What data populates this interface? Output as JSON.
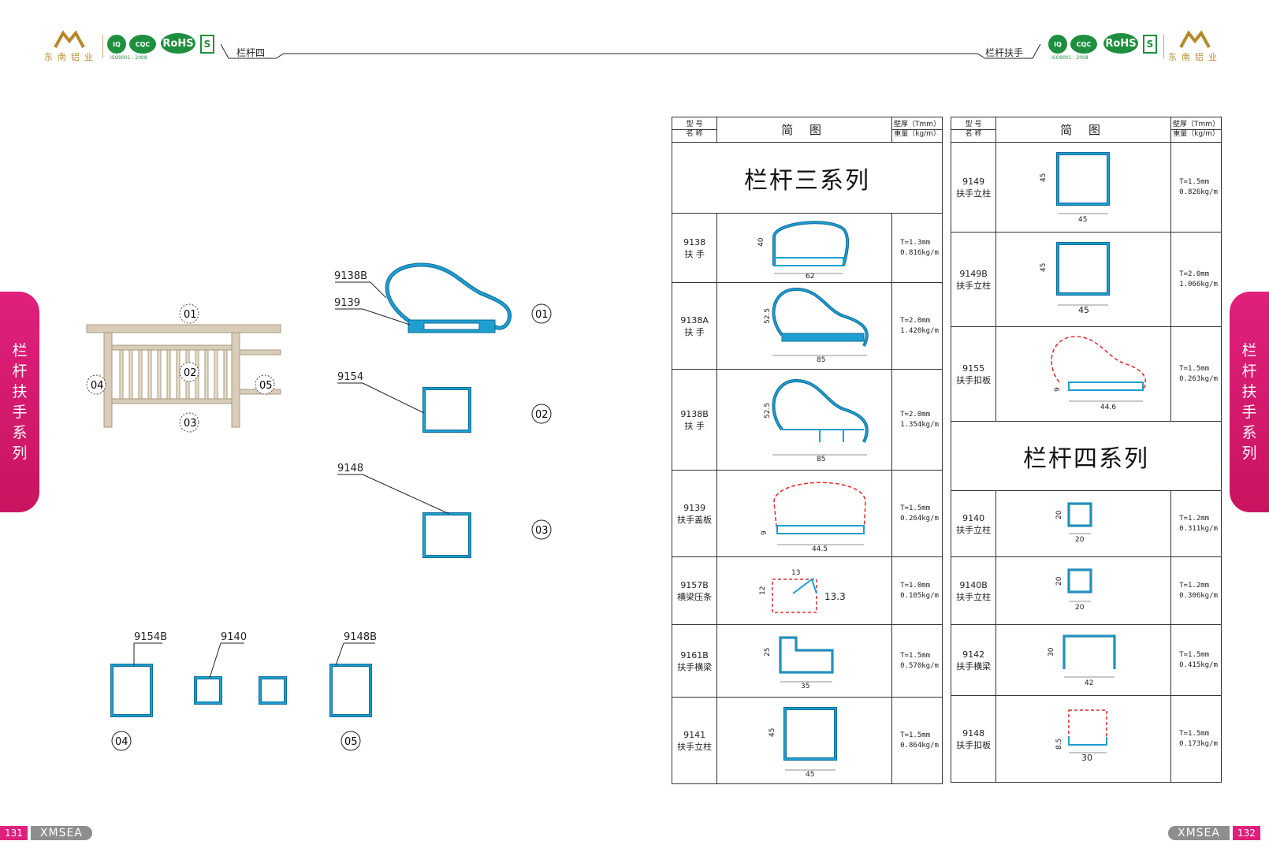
{
  "header_left": {
    "brand_cn": "东南铝业",
    "iso_text": "ISO9001 : 2008",
    "rohs": "RoHS",
    "section_title": "栏杆四"
  },
  "header_right": {
    "brand_cn": "东南铝业",
    "iso_text": "ISO9001 : 2008",
    "rohs": "RoHS",
    "section_title": "栏杆扶手"
  },
  "side_tab_left": [
    "栏",
    "杆",
    "扶",
    "手",
    "系",
    "列"
  ],
  "side_tab_right": [
    "栏",
    "杆",
    "扶",
    "手",
    "系",
    "列"
  ],
  "footer_left": {
    "page": "131",
    "brand": "XMSEA"
  },
  "footer_right": {
    "page": "132",
    "brand": "XMSEA"
  },
  "assembly": {
    "markers": [
      "01",
      "02",
      "03",
      "04",
      "05"
    ]
  },
  "callouts": {
    "p9138B": "9138B",
    "p9139": "9139",
    "p9154": "9154",
    "p9148": "9148",
    "p9154B": "9154B",
    "p9140": "9140",
    "p9148B": "9148B",
    "c01": "01",
    "c02": "02",
    "c03": "03",
    "c04": "04",
    "c05": "05"
  },
  "table_headers": {
    "model_top": "型 号",
    "model_bottom": "名 称",
    "diagram": "简 图",
    "wall_top": "壁厚（Tmm）",
    "wall_bottom": "重量（kg/m）"
  },
  "left_table": {
    "series_title": "栏杆三系列",
    "rows": [
      {
        "code": "9138",
        "name": "扶 手",
        "t": "T=1.3mm",
        "w": "0.816kg/m",
        "dims": [
          "40",
          "62"
        ]
      },
      {
        "code": "9138A",
        "name": "扶 手",
        "t": "T=2.0mm",
        "w": "1.420kg/m",
        "dims": [
          "52.5",
          "85"
        ]
      },
      {
        "code": "9138B",
        "name": "扶 手",
        "t": "T=2.0mm",
        "w": "1.354kg/m",
        "dims": [
          "52.5",
          "85"
        ]
      },
      {
        "code": "9139",
        "name": "扶手盖板",
        "t": "T=1.5mm",
        "w": "0.264kg/m",
        "dims": [
          "9",
          "44.5"
        ]
      },
      {
        "code": "9157B",
        "name": "横梁压条",
        "t": "T=1.0mm",
        "w": "0.105kg/m",
        "dims": [
          "12",
          "13",
          "13.3"
        ]
      },
      {
        "code": "9161B",
        "name": "扶手横梁",
        "t": "T=1.5mm",
        "w": "0.570kg/m",
        "dims": [
          "25",
          "35"
        ]
      },
      {
        "code": "9141",
        "name": "扶手立柱",
        "t": "T=1.5mm",
        "w": "0.864kg/m",
        "dims": [
          "45",
          "45"
        ]
      }
    ]
  },
  "right_table": {
    "series_title": "栏杆四系列",
    "rows_top": [
      {
        "code": "9149",
        "name": "扶手立柱",
        "t": "T=1.5mm",
        "w": "0.826kg/m",
        "dims": [
          "45",
          "45"
        ]
      },
      {
        "code": "9149B",
        "name": "扶手立柱",
        "t": "T=2.0mm",
        "w": "1.066kg/m",
        "dims": [
          "45",
          "45"
        ]
      },
      {
        "code": "9155",
        "name": "扶手扣板",
        "t": "T=1.5mm",
        "w": "0.263kg/m",
        "dims": [
          "9",
          "44.6"
        ]
      }
    ],
    "rows_bottom": [
      {
        "code": "9140",
        "name": "扶手立柱",
        "t": "T=1.2mm",
        "w": "0.311kg/m",
        "dims": [
          "20",
          "20"
        ]
      },
      {
        "code": "9140B",
        "name": "扶手立柱",
        "t": "T=1.2mm",
        "w": "0.306kg/m",
        "dims": [
          "20",
          "20"
        ]
      },
      {
        "code": "9142",
        "name": "扶手横梁",
        "t": "T=1.5mm",
        "w": "0.415kg/m",
        "dims": [
          "30",
          "42"
        ]
      },
      {
        "code": "9148",
        "name": "扶手扣板",
        "t": "T=1.5mm",
        "w": "0.173kg/m",
        "dims": [
          "8.5",
          "30"
        ]
      }
    ]
  },
  "colors": {
    "profile": "#1f9ed1",
    "profile_stroke": "#0e6d96",
    "dashed": "#e02a2a",
    "accent": "#e0207c",
    "gold": "#b58a2a",
    "green": "#1d8f3e"
  }
}
